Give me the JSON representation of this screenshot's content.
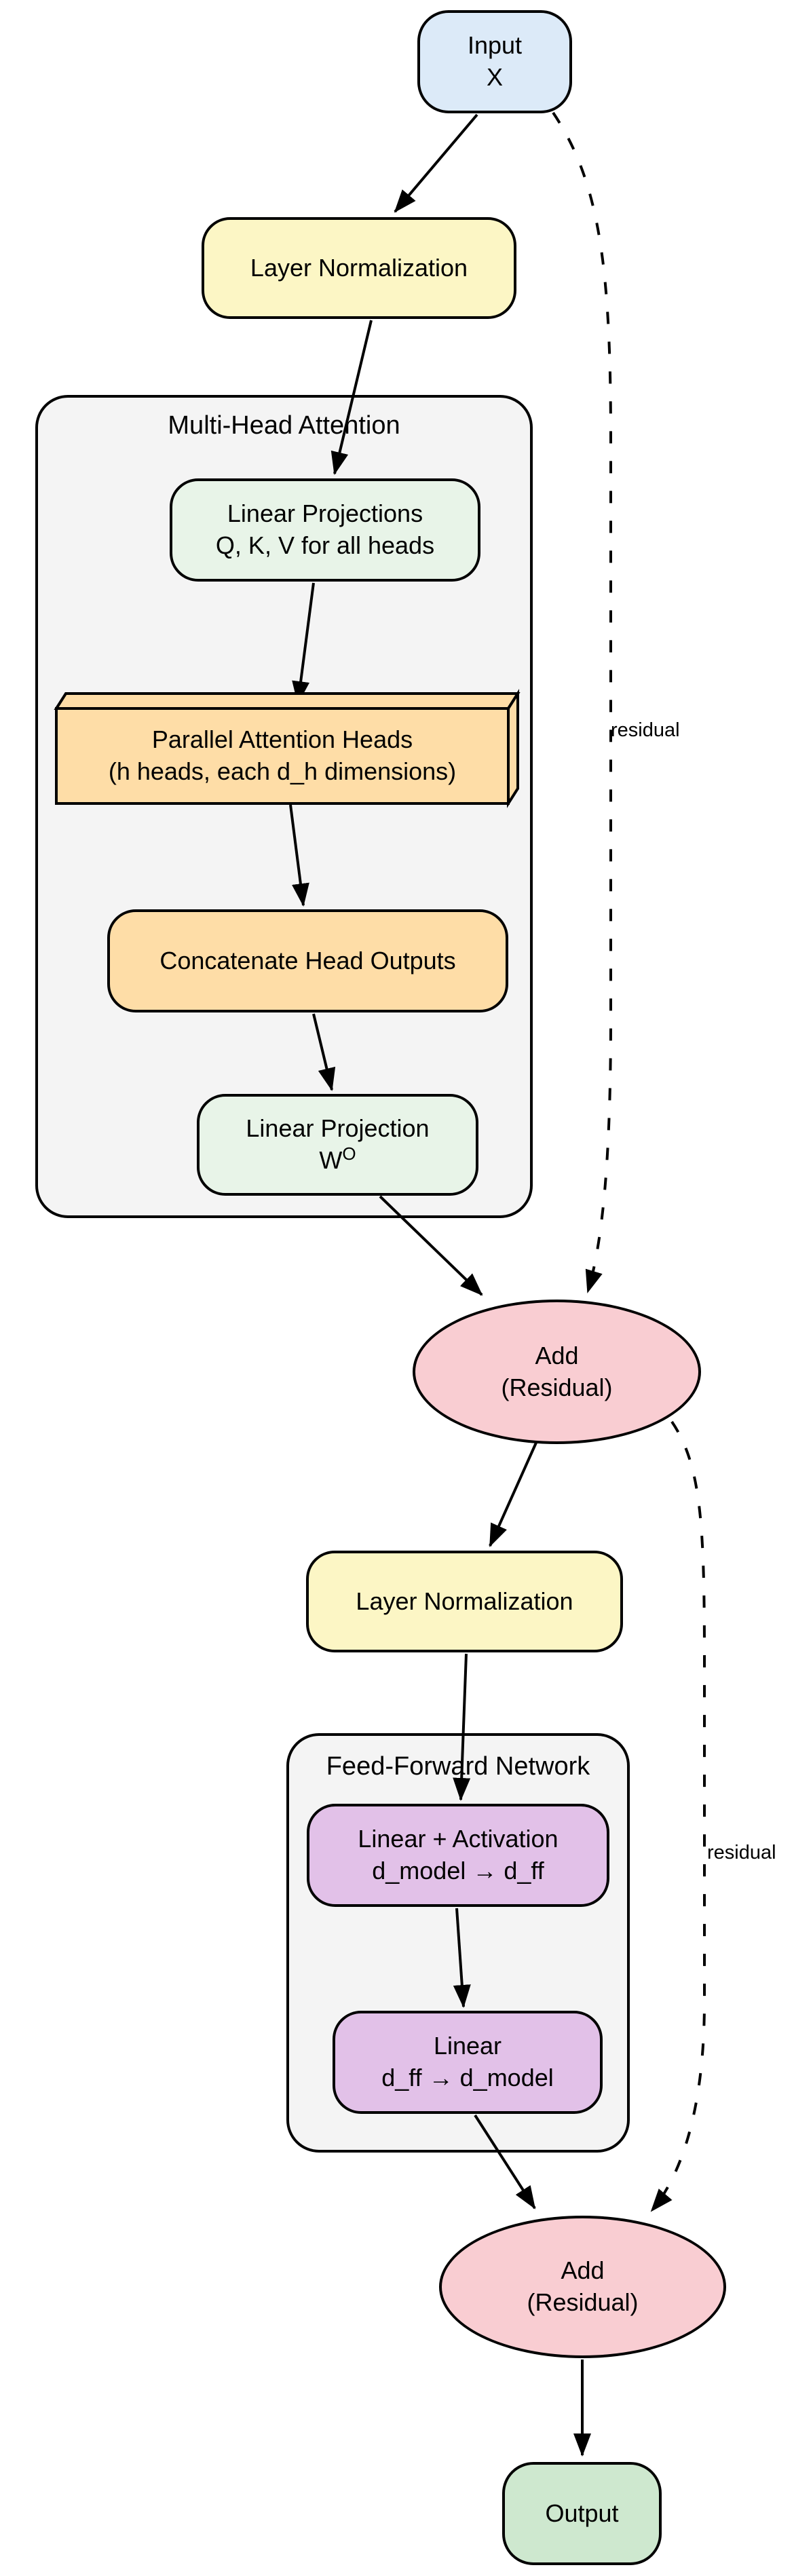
{
  "diagram": {
    "background": "#ffffff",
    "containers": {
      "mha": {
        "title": "Multi-Head Attention",
        "fill": "#f4f4f4"
      },
      "ffn": {
        "title": "Feed-Forward Network",
        "fill": "#f4f4f4"
      }
    },
    "nodes": {
      "input": {
        "line1": "Input",
        "line2": "X",
        "fill": "#dceaf8"
      },
      "layernorm1": {
        "label": "Layer Normalization",
        "fill": "#fcf6c5"
      },
      "qkv": {
        "line1": "Linear Projections",
        "line2": "Q, K, V for all heads",
        "fill": "#e8f4e8"
      },
      "heads": {
        "line1": "Parallel Attention Heads",
        "line2": "(h heads, each d_h dimensions)",
        "fill": "#fedda7"
      },
      "concat": {
        "label": "Concatenate Head Outputs",
        "fill": "#fedda7"
      },
      "wo": {
        "line1": "Linear Projection",
        "line2_base": "W",
        "line2_sup": "O",
        "fill": "#e8f4e8"
      },
      "add1": {
        "line1": "Add",
        "line2": "(Residual)",
        "fill": "#f9cdd2"
      },
      "layernorm2": {
        "label": "Layer Normalization",
        "fill": "#fcf6c5"
      },
      "linact": {
        "line1": "Linear + Activation",
        "line2": "d_model → d_ff",
        "fill": "#e2c1e8"
      },
      "linear2": {
        "line1": "Linear",
        "line2": "d_ff → d_model",
        "fill": "#e2c1e8"
      },
      "add2": {
        "line1": "Add",
        "line2": "(Residual)",
        "fill": "#f9cdd2"
      },
      "output": {
        "label": "Output",
        "fill": "#cee8cf"
      }
    },
    "edge_labels": {
      "residual1": "residual",
      "residual2": "residual"
    },
    "line_color": "#000000"
  }
}
